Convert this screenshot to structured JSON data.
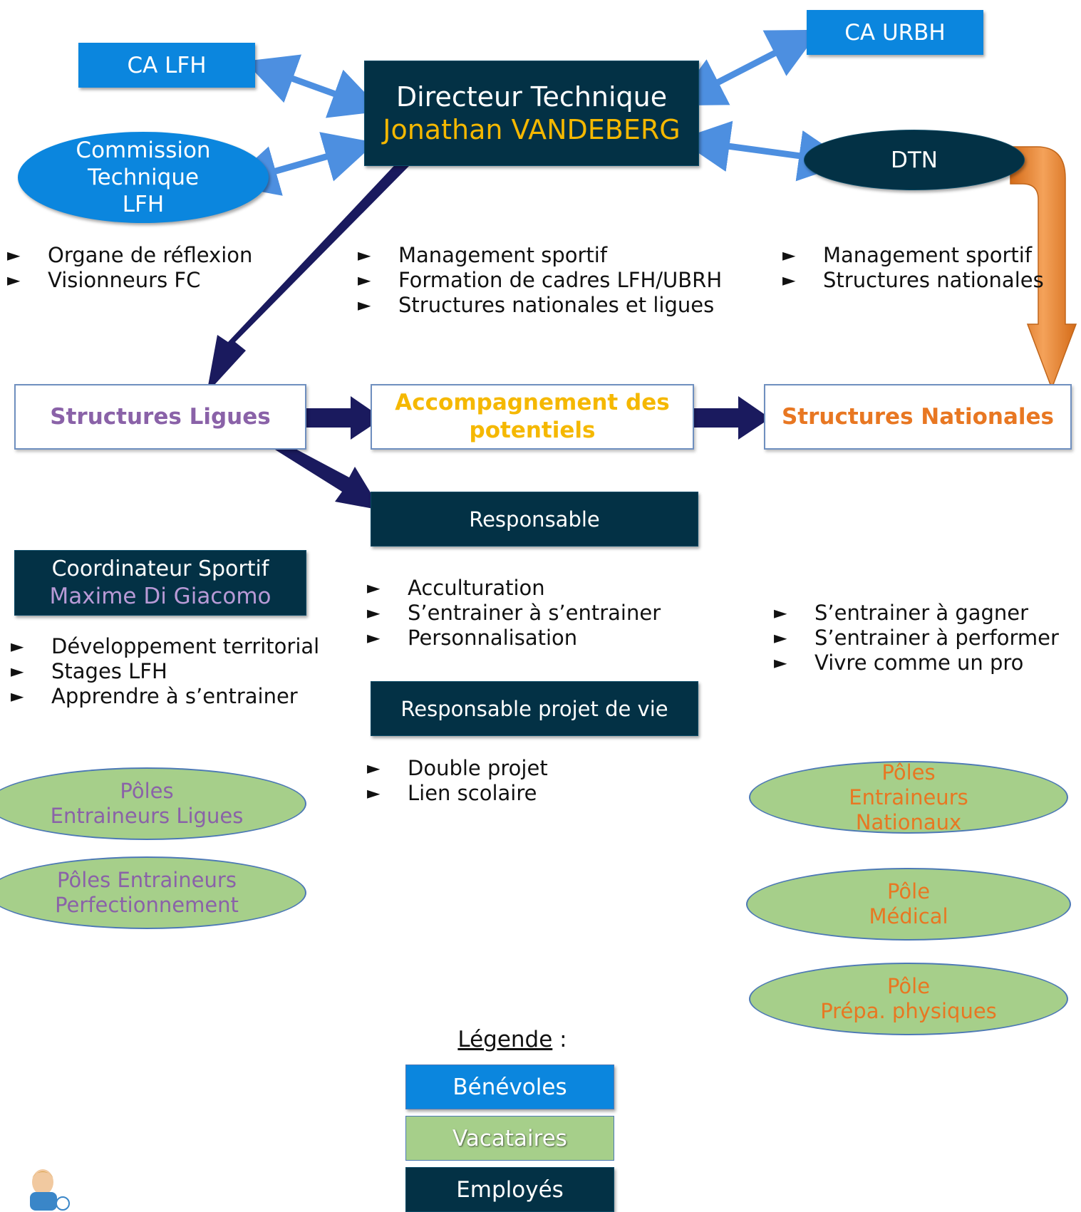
{
  "director": {
    "title": "Directeur Technique",
    "name": "Jonathan VANDEBERG"
  },
  "ca_lfh": "CA LFH",
  "ca_urbh": "CA URBH",
  "commission": {
    "line1": "Commission",
    "line2": "Technique",
    "line3": "LFH"
  },
  "dtn": "DTN",
  "bullets_left": [
    "Organe de réflexion",
    "Visionneurs FC"
  ],
  "bullets_center": [
    "Management sportif",
    "Formation de cadres LFH/UBRH",
    "Structures nationales et ligues"
  ],
  "bullets_right": [
    "Management sportif",
    "Structures nationales"
  ],
  "structures_ligues": "Structures Ligues",
  "accompagnement": {
    "line1": "Accompagnement des",
    "line2": "potentiels"
  },
  "structures_nationales": "Structures Nationales",
  "responsable": "Responsable",
  "coordinateur": {
    "title": "Coordinateur Sportif",
    "name": "Maxime Di Giacomo"
  },
  "bullets_coord": [
    "Développement territorial",
    "Stages LFH",
    "Apprendre à s’entrainer"
  ],
  "bullets_responsable": [
    "Acculturation",
    "S’entrainer à s’entrainer",
    "Personnalisation"
  ],
  "bullets_nationales": [
    "S’entrainer à gagner",
    "S’entrainer à performer",
    "Vivre comme un pro"
  ],
  "responsable_vie": "Responsable projet de vie",
  "bullets_vie": [
    "Double projet",
    "Lien scolaire"
  ],
  "poles_ligues": {
    "line1": "Pôles",
    "line2": "Entraineurs Ligues"
  },
  "poles_perf": {
    "line1": "Pôles Entraineurs",
    "line2": "Perfectionnement"
  },
  "poles_nationaux": {
    "line1": "Pôles",
    "line2": "Entraineurs",
    "line3": "Nationaux"
  },
  "pole_medical": {
    "line1": "Pôle",
    "line2": "Médical"
  },
  "pole_prepa": {
    "line1": "Pôle",
    "line2": "Prépa. physiques"
  },
  "legende": {
    "label": "Légende",
    "suffix": " :",
    "benevoles": "Bénévoles",
    "vacataires": "Vacataires",
    "employes": "Employés"
  },
  "colors": {
    "benevoles": "#0b86de",
    "vacataires": "#a6cf8a",
    "employes": "#033145",
    "director_name": "#f5b800",
    "ligues_text": "#8a62a8",
    "accompagnement_text": "#f5b800",
    "nationales_text": "#e87722",
    "green_text_nat": "#e87722"
  }
}
